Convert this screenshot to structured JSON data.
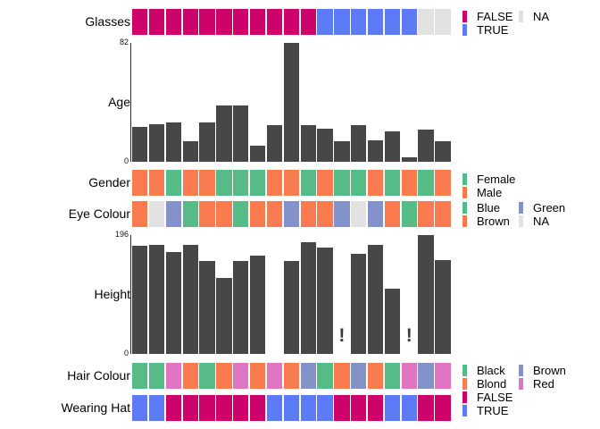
{
  "palette": {
    "crimson": "#CE026B",
    "blue": "#5C7CF7",
    "gray": "#E2E2E2",
    "green": "#56BB87",
    "orange": "#FA7B50",
    "slate": "#8392C8",
    "pink": "#DE76C3",
    "bar": "#474747"
  },
  "chart_data": {
    "type": "table",
    "n_records": 19,
    "rows": [
      {
        "key": "glasses",
        "label": "Glasses",
        "kind": "categorical",
        "values": [
          "FALSE",
          "FALSE",
          "FALSE",
          "FALSE",
          "FALSE",
          "FALSE",
          "FALSE",
          "FALSE",
          "FALSE",
          "FALSE",
          "FALSE",
          "TRUE",
          "TRUE",
          "TRUE",
          "TRUE",
          "TRUE",
          "TRUE",
          "NA",
          "NA"
        ],
        "color_map": {
          "FALSE": "crimson",
          "TRUE": "blue",
          "NA": "gray"
        },
        "legend_rows": [
          [
            {
              "label": "FALSE",
              "color": "crimson"
            },
            {
              "label": "NA",
              "color": "gray"
            }
          ],
          [
            {
              "label": "TRUE",
              "color": "blue"
            }
          ]
        ]
      },
      {
        "key": "age",
        "label": "Age",
        "kind": "bar",
        "ymax": 82,
        "axis_ticks": [
          "82",
          "0"
        ],
        "values": [
          24,
          26,
          27,
          14,
          27,
          39,
          39,
          11,
          25,
          82,
          25,
          23,
          14,
          25,
          15,
          21,
          3,
          22,
          14
        ]
      },
      {
        "key": "gender",
        "label": "Gender",
        "kind": "categorical",
        "values": [
          "Male",
          "Male",
          "Female",
          "Male",
          "Male",
          "Female",
          "Female",
          "Female",
          "Male",
          "Male",
          "Female",
          "Male",
          "Female",
          "Female",
          "Male",
          "Female",
          "Male",
          "Female",
          "Male"
        ],
        "color_map": {
          "Female": "green",
          "Male": "orange"
        },
        "legend_rows": [
          [
            {
              "label": "Female",
              "color": "green"
            }
          ],
          [
            {
              "label": "Male",
              "color": "orange"
            }
          ]
        ]
      },
      {
        "key": "eye-colour",
        "label": "Eye Colour",
        "kind": "categorical",
        "values": [
          "Brown",
          "NA",
          "Green",
          "Blue",
          "Brown",
          "Brown",
          "Blue",
          "Brown",
          "Brown",
          "Green",
          "Brown",
          "Brown",
          "Green",
          "NA",
          "Green",
          "Brown",
          "Blue",
          "Brown",
          "Brown"
        ],
        "color_map": {
          "Blue": "green",
          "Brown": "orange",
          "Green": "slate",
          "NA": "gray"
        },
        "legend_rows": [
          [
            {
              "label": "Blue",
              "color": "green"
            },
            {
              "label": "Green",
              "color": "slate"
            }
          ],
          [
            {
              "label": "Brown",
              "color": "orange"
            },
            {
              "label": "NA",
              "color": "gray"
            }
          ]
        ]
      },
      {
        "key": "height",
        "label": "Height",
        "kind": "bar",
        "ymax": 196,
        "axis_ticks": [
          "196",
          "0"
        ],
        "na_marker": "!",
        "values": [
          179,
          180,
          168,
          180,
          154,
          125,
          154,
          162,
          0,
          154,
          184,
          176,
          null,
          165,
          180,
          108,
          null,
          196,
          155
        ]
      },
      {
        "key": "hair-colour",
        "label": "Hair Colour",
        "kind": "categorical",
        "values": [
          "Black",
          "Black",
          "Red",
          "Blond",
          "Black",
          "Blond",
          "Red",
          "Blond",
          "Red",
          "Blond",
          "Brown",
          "Black",
          "Blond",
          "Brown",
          "Blond",
          "Black",
          "Red",
          "Brown",
          "Red"
        ],
        "color_map": {
          "Black": "green",
          "Blond": "orange",
          "Brown": "slate",
          "Red": "pink"
        },
        "legend_rows": [
          [
            {
              "label": "Black",
              "color": "green"
            },
            {
              "label": "Brown",
              "color": "slate"
            }
          ],
          [
            {
              "label": "Blond",
              "color": "orange"
            },
            {
              "label": "Red",
              "color": "pink"
            }
          ]
        ]
      },
      {
        "key": "wearing-hat",
        "label": "Wearing Hat",
        "kind": "categorical",
        "values": [
          "TRUE",
          "TRUE",
          "FALSE",
          "FALSE",
          "FALSE",
          "FALSE",
          "FALSE",
          "FALSE",
          "TRUE",
          "TRUE",
          "TRUE",
          "TRUE",
          "FALSE",
          "FALSE",
          "FALSE",
          "TRUE",
          "TRUE",
          "FALSE",
          "FALSE"
        ],
        "color_map": {
          "FALSE": "crimson",
          "TRUE": "blue"
        },
        "legend_rows": [
          [
            {
              "label": "FALSE",
              "color": "crimson"
            }
          ],
          [
            {
              "label": "TRUE",
              "color": "blue"
            }
          ]
        ]
      }
    ]
  }
}
